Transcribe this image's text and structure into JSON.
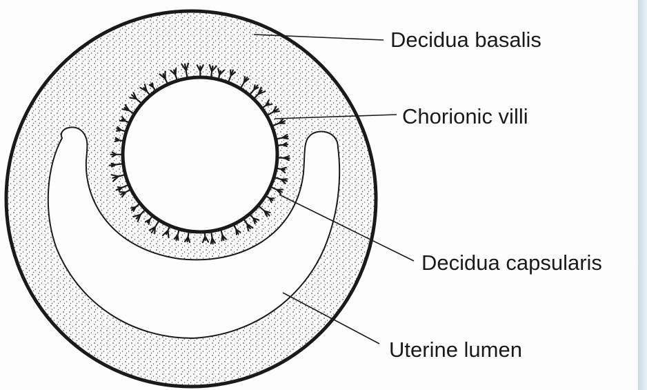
{
  "diagram": {
    "labels": {
      "decidua_basalis": "Decidua basalis",
      "chorionic_villi": "Chorionic villi",
      "decidua_capsularis": "Decidua capsularis",
      "uterine_lumen": "Uterine lumen"
    }
  },
  "colors": {
    "stroke": "#1a1a1a",
    "stipple": "#555555",
    "background": "#fdfdfd",
    "edge_accent": "#c9dbe3"
  }
}
